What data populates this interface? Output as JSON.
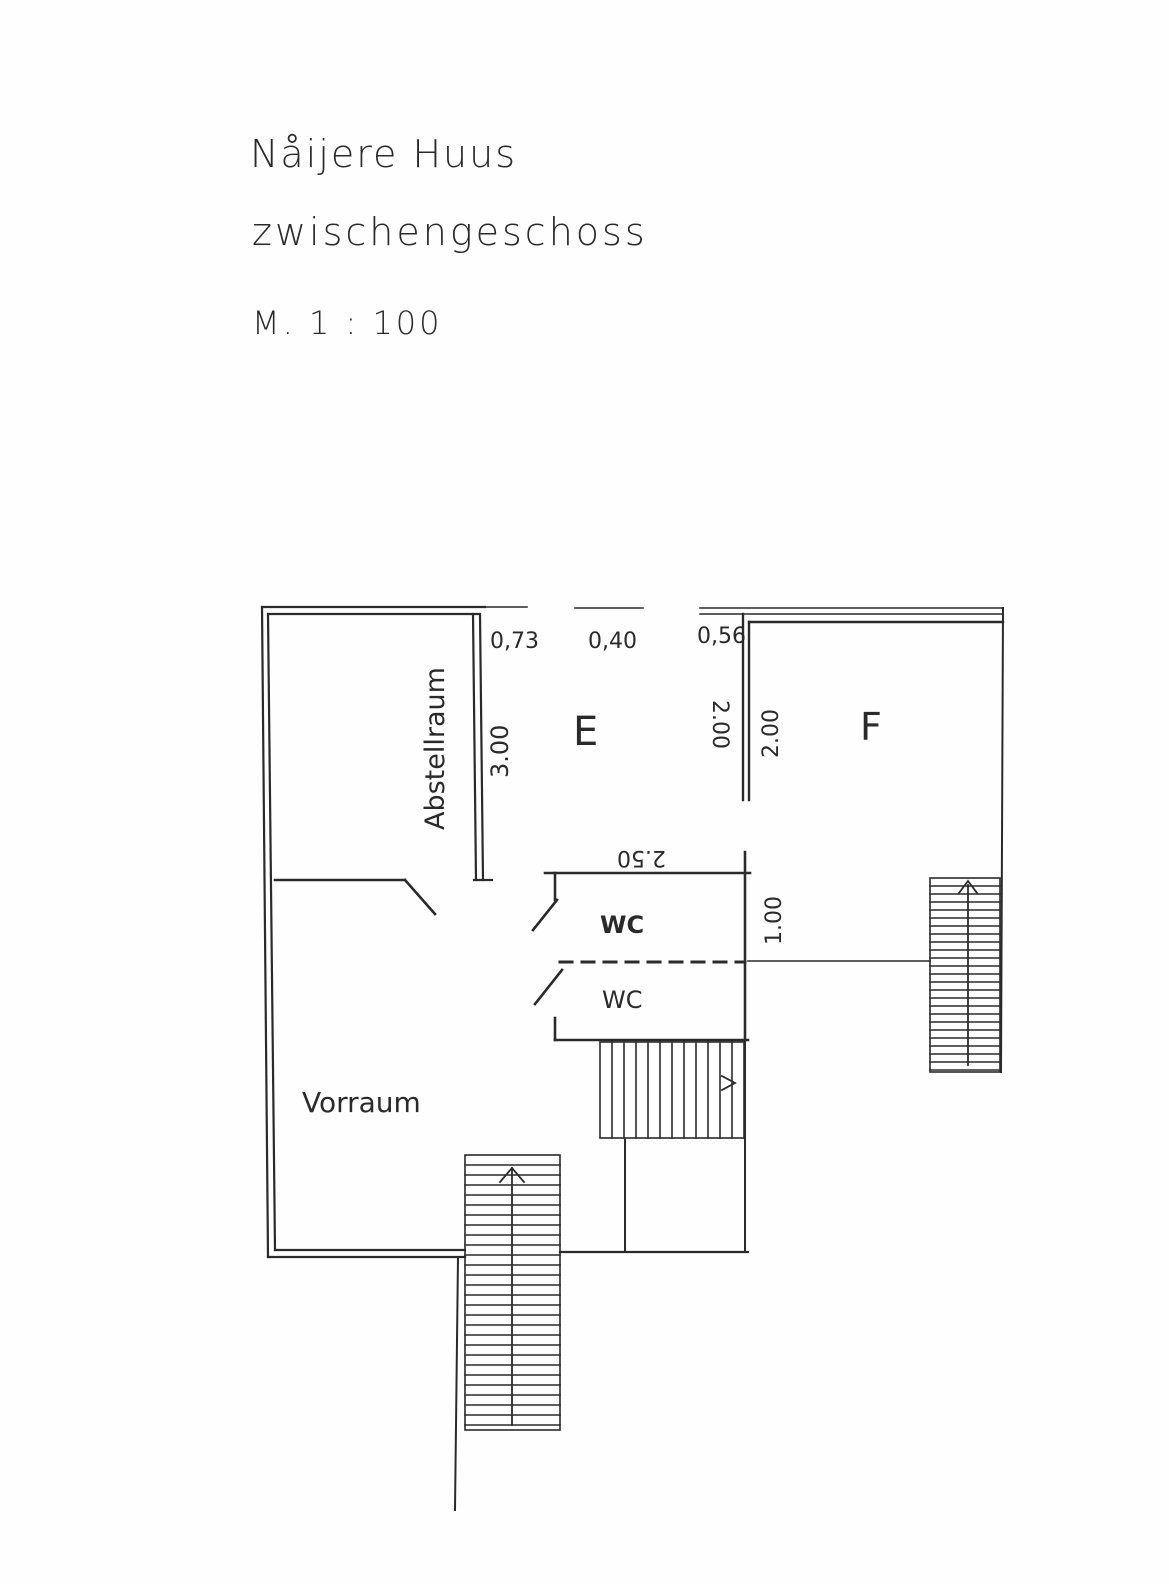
{
  "header": {
    "title": "Nåijere Huus",
    "floor": "zwischengeschoss",
    "scale": "M. 1 : 100"
  },
  "rooms": {
    "abstellraum": "Abstellraum",
    "e": "E",
    "f": "F",
    "wc_upper": "WC",
    "wc_lower": "WC",
    "vorraum": "Vorraum"
  },
  "dimensions": {
    "d073": "0,73",
    "d040": "0,40",
    "d056": "0,56",
    "d300": "3.00",
    "d200a": "2.00",
    "d200b": "2.00",
    "d250": "2.50",
    "d100": "1.00"
  },
  "colors": {
    "ink": "#2a2a2a",
    "paper": "#fefefe"
  }
}
